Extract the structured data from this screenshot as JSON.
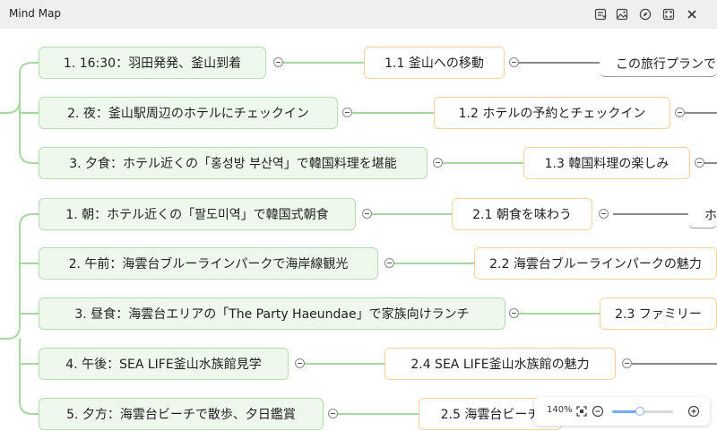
{
  "window": {
    "title": "Mind Map",
    "icons": [
      "export-icon",
      "image-icon",
      "compass-icon",
      "fullscreen-icon",
      "close-icon"
    ]
  },
  "colors": {
    "accent_green": "#b7dcb3",
    "accent_orange": "#f2d49a",
    "slider": "#7aa7ff"
  },
  "mindmap": {
    "level1": [
      "1. 16:30：羽田発発、釜山到着",
      "2. 夜：釜山駅周辺のホテルにチェックイン",
      "3. 夕食：ホテル近くの「홍성방 부산역」で韓国料理を堪能",
      "1. 朝：ホテル近くの「팔도미역」で韓国式朝食",
      "2. 午前：海雲台ブルーラインパークで海岸線観光",
      "3. 昼食：海雲台エリアの「The Party Haeundae」で家族向けランチ",
      "4. 午後：SEA LIFE釜山水族館見学",
      "5. 夕方：海雲台ビーチで散歩、夕日鑑賞"
    ],
    "level2": [
      "1.1 釜山への移動",
      "1.2 ホテルの予約とチェックイン",
      "1.3 韓国料理の楽しみ",
      "2.1 朝食を味わう",
      "2.2 海雲台ブルーラインパークの魅力",
      "2.3 ファミリー",
      "2.4 SEA LIFE釜山水族館の魅力",
      "2.5 海雲台ビーチ"
    ],
    "level3": [
      "この旅行プランで",
      "ホ"
    ]
  },
  "zoom": {
    "label": "140%",
    "level": 0.45
  }
}
